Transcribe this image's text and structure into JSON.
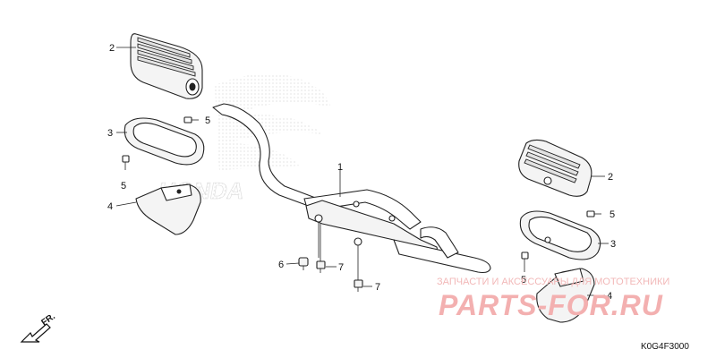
{
  "diagram": {
    "callouts": [
      {
        "id": "c2-left",
        "label": "2"
      },
      {
        "id": "c5-left-top",
        "label": "5"
      },
      {
        "id": "c3-left",
        "label": "3"
      },
      {
        "id": "c5-left-bottom",
        "label": "5"
      },
      {
        "id": "c4-left",
        "label": "4"
      },
      {
        "id": "c1",
        "label": "1"
      },
      {
        "id": "c6",
        "label": "6"
      },
      {
        "id": "c7-a",
        "label": "7"
      },
      {
        "id": "c7-b",
        "label": "7"
      },
      {
        "id": "c2-right",
        "label": "2"
      },
      {
        "id": "c5-right-top",
        "label": "5"
      },
      {
        "id": "c3-right",
        "label": "3"
      },
      {
        "id": "c5-right-bottom",
        "label": "5"
      },
      {
        "id": "c4-right",
        "label": "4"
      }
    ],
    "front_marker": "FR.",
    "diagram_code": "K0G4F3000",
    "background_brand": "HONDA"
  },
  "watermark": {
    "line": "ЗАПЧАСТИ И АКСЕССУАРЫ ДЛЯ МОТОТЕХНИКИ",
    "logo": "PARTS-FOR.RU"
  }
}
